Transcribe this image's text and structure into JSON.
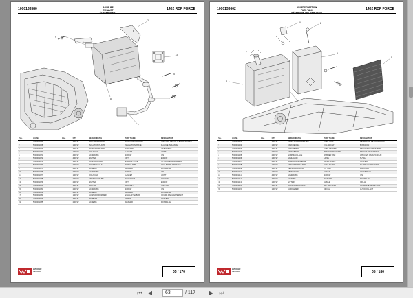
{
  "viewer": {
    "current_page": "63",
    "page_total_label": "/ 117"
  },
  "left_page": {
    "doc_number": "1000133580",
    "model": "1402 RDP FORCE",
    "title": [
      "AUSPUFF",
      "EXHAUST",
      "ÉCHAPPEMENT"
    ],
    "page_label": "05 / 170",
    "columns": [
      "Pos.",
      "Art.-Nr.",
      "Anz.",
      "QTY",
      "BEZEICHNUNG",
      "PART NAME",
      "DESIGNATION"
    ],
    "rows": [
      [
        "1",
        "5000000011",
        "",
        "1,00 ST",
        "HALTER SCHALLD.",
        "MOUNTING BRACKET",
        "SUPPORT DE POT D'ECHAPPEMENT"
      ],
      [
        "2",
        "5000001068",
        "",
        "1,00 ST",
        "ISOLATION PLATTE",
        "INSULATION PLATE",
        "PLAQUE ISOLANTE"
      ],
      [
        "3",
        "5000001069",
        "",
        "1,00 ST",
        "SCHALLDÄMPFER",
        "MUFFLER",
        "SILENCIEUX"
      ],
      [
        "4",
        "5000001070",
        "",
        "1,00 ST",
        "DICHTUNG",
        "GASKET",
        "JOINT"
      ],
      [
        "5",
        "5000001071",
        "",
        "4,00 ST",
        "SCHRAUBE",
        "SCREW",
        "VIS"
      ],
      [
        "6",
        "5000001072",
        "",
        "4,00 ST",
        "MUTTER",
        "NUT",
        "ECROU"
      ],
      [
        "7",
        "5000001073",
        "",
        "1,00 ST",
        "AUSPUFFROHR",
        "EXHAUST PIPE",
        "TUYAU D'ECHAPPEMENT"
      ],
      [
        "8",
        "5000001074",
        "",
        "2,00 ST",
        "ROHRSCHELLE",
        "PIPE CLAMP",
        "COLLIER DE SERRAGE"
      ],
      [
        "9",
        "5000001075",
        "",
        "2,00 ST",
        "SCHEIBE",
        "WASHER",
        "RONDELLE"
      ],
      [
        "10",
        "5000001076",
        "",
        "2,00 ST",
        "SCHRAUBE",
        "SCREW",
        "VIS"
      ],
      [
        "11",
        "5000001077",
        "",
        "1,00 ST",
        "DICHTUNG",
        "GASKET",
        "JOINT"
      ],
      [
        "12",
        "5000001078",
        "",
        "2,00 ST",
        "STIFTSCHRAUBE",
        "STUD BOLT",
        "GOUJON"
      ],
      [
        "13",
        "5000001079",
        "",
        "2,00 ST",
        "MUTTER",
        "NUT",
        "ECROU"
      ],
      [
        "14",
        "5000001080",
        "",
        "1,00 ST",
        "HALTER",
        "BRACKET",
        "SUPPORT"
      ],
      [
        "15",
        "5000001081",
        "",
        "2,00 ST",
        "SCHRAUBE",
        "SCREW",
        "VIS"
      ],
      [
        "16",
        "5000001082",
        "",
        "2,00 ST",
        "SCHEIBE",
        "WASHER",
        "RONDELLE"
      ],
      [
        "17",
        "5000001083",
        "",
        "1,00 ST",
        "AUSPUFFKRÜMMER",
        "EXHAUST ELBOW",
        "COUDE D'ECHAPPEMENT"
      ],
      [
        "18",
        "5000001084",
        "",
        "1,00 ST",
        "SCHELLE",
        "CLAMP",
        "COLLIER"
      ],
      [
        "19",
        "5000001085",
        "",
        "2,00 ST",
        "SCHEIBE",
        "WASHER",
        "RONDELLE"
      ]
    ]
  },
  "right_page": {
    "doc_number": "1000133602",
    "model": "1402 RDP FORCE",
    "title": [
      "KRAFTSTOFFTANK",
      "FUEL TANK",
      "RÉSERVOIR DE CARBURANT"
    ],
    "page_label": "05 / 180",
    "columns": [
      "Pos.",
      "Art.-Nr.",
      "Anz.",
      "QTY",
      "BEZEICHNUNG",
      "PART NAME",
      "DESIGNATION"
    ],
    "rows": [
      [
        "1",
        "5000001101",
        "",
        "1,00 ST",
        "KRAFTSTOFFBEHÄLTER",
        "FUEL TANK",
        "RÉSERVOIR DE CARBURANT"
      ],
      [
        "2",
        "5000001102",
        "",
        "1,00 ST",
        "TANKDECKEL",
        "FILLER CAP",
        "BOUCHON"
      ],
      [
        "3",
        "5000001103",
        "",
        "1,00 ST",
        "TANKGEBER",
        "FUEL SENDER",
        "INDICATEUR DE NIVEAU"
      ],
      [
        "4",
        "5000001104",
        "",
        "2,00 ST",
        "SPANNBAND",
        "TENSIONING STRAP",
        "SANGLE DE SERRAGE"
      ],
      [
        "5",
        "5000001105",
        "",
        "2,00 ST",
        "GUMMIAUFLAGE",
        "RUBBER PAD",
        "APPUI EN CAOUTCHOUC"
      ],
      [
        "6",
        "5000001106",
        "",
        "1,00 ST",
        "SCHLAUCH",
        "HOSE",
        "TUYAU"
      ],
      [
        "7",
        "5000001107",
        "",
        "4,00 ST",
        "SCHLAUCHSCHELLE",
        "HOSE CLAMP",
        "COLLIER"
      ],
      [
        "8",
        "5000001108",
        "",
        "1,00 ST",
        "KRAFTSTOFFFILTER",
        "FUEL FILTER",
        "FILTRE A CARBURANT"
      ],
      [
        "9",
        "5000001109",
        "",
        "1,00 ST",
        "VERSCHRAUBUNG",
        "FITTING",
        "RACCORD"
      ],
      [
        "10",
        "5000001110",
        "",
        "1,00 ST",
        "ABDECKUNG",
        "COVER",
        "COUVERCLE"
      ],
      [
        "11",
        "5000001111",
        "",
        "4,00 ST",
        "SCHRAUBE",
        "SCREW",
        "VIS"
      ],
      [
        "12",
        "5000001112",
        "",
        "4,00 ST",
        "SCHEIBE",
        "WASHER",
        "RONDELLE"
      ],
      [
        "13",
        "5000001113",
        "",
        "1,00 ST",
        "GITTER",
        "GRILLE",
        "GRILLE"
      ],
      [
        "14",
        "5000001114",
        "",
        "1,00 ST",
        "RÜCKLAUFLEITUNG",
        "RETURN LINE",
        "CONDUITE DE RETOUR"
      ],
      [
        "15",
        "5000001115",
        "",
        "1,00 ST",
        "AUFKLEBER",
        "DECAL",
        "AUTOCOLLANT"
      ]
    ]
  },
  "toolbar": {
    "first_label": "⏮",
    "prev_label": "◀",
    "next_label": "▶",
    "last_label": "⏭"
  },
  "colors": {
    "viewer_bg": "#8e8e8e",
    "page_bg": "#ffffff",
    "logo_red": "#c0282d"
  }
}
